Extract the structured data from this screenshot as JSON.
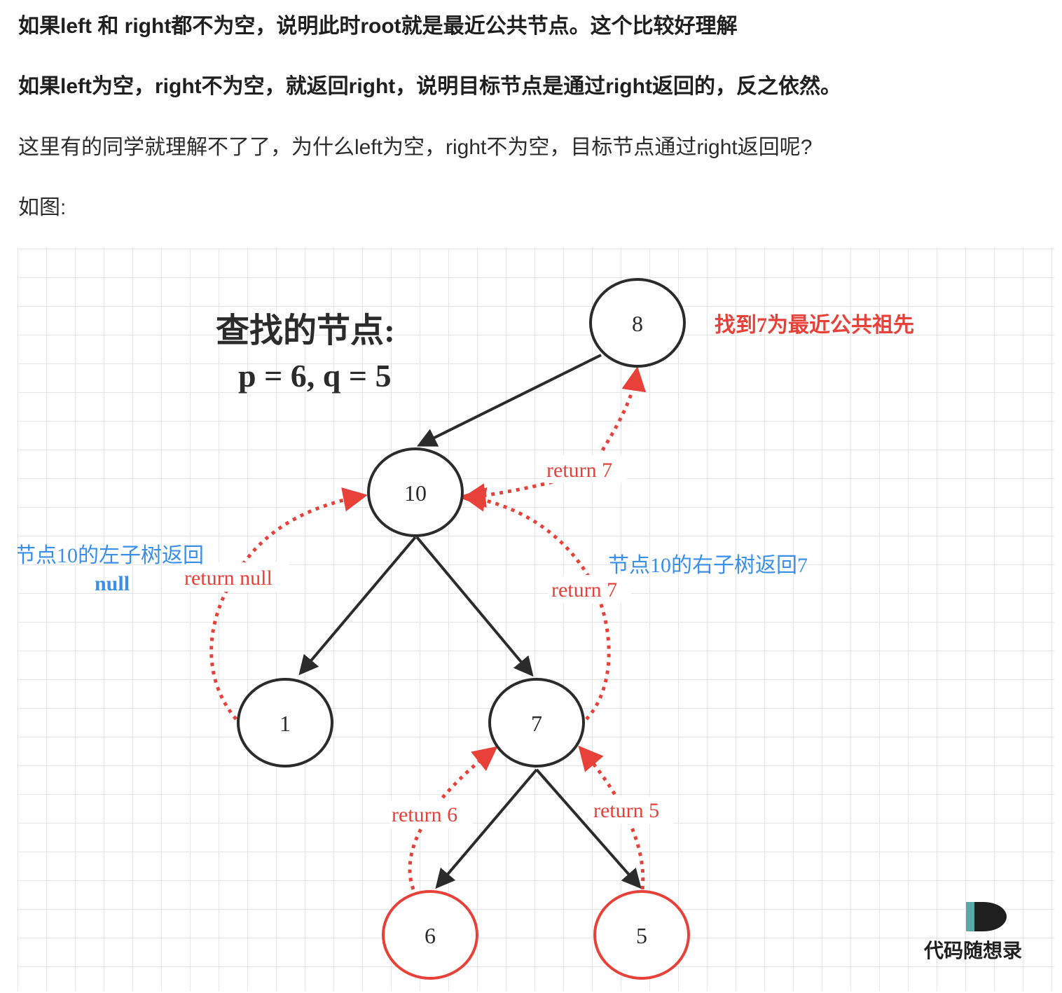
{
  "article": {
    "paragraphs": [
      "如果left 和 right都不为空，说明此时root就是最近公共节点。这个比较好理解",
      "如果left为空，right不为空，就返回right，说明目标节点是通过right返回的，反之依然。",
      "这里有的同学就理解不了了，为什么left为空，right不为空，目标节点通过right返回呢?",
      "如图:"
    ]
  },
  "figure": {
    "title_line1": "查找的节点:",
    "title_line2": "p = 6, q = 5",
    "nodes": {
      "root": "8",
      "n10": "10",
      "n1": "1",
      "n7": "7",
      "n6": "6",
      "n5": "5"
    },
    "labels": {
      "found_ancestor": "找到7为最近公共祖先",
      "return_to_root": "return 7",
      "left_subtree_note": "节点10的左子树返回",
      "left_subtree_null": "null",
      "return_null": "return null",
      "right_subtree_note": "节点10的右子树返回7",
      "return_from_7": "return 7",
      "return_6": "return 6",
      "return_5": "return 5"
    },
    "colors": {
      "edge": "#2b2b2b",
      "return_arrow": "#e8413a",
      "note_blue": "#3b8fe8",
      "target_node": "#e8413a",
      "grid": "#e6e6e6"
    },
    "watermark": {
      "text": "代码随想录"
    }
  }
}
